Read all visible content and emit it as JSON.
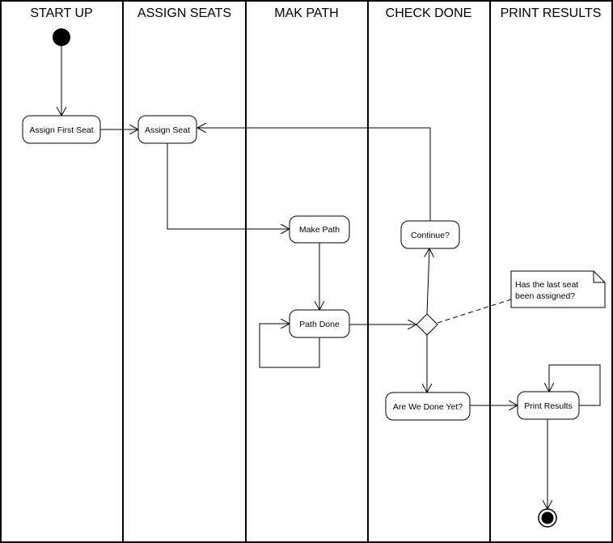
{
  "lanes": [
    {
      "title": "START UP"
    },
    {
      "title": "ASSIGN SEATS"
    },
    {
      "title": "MAK PATH"
    },
    {
      "title": "CHECK DONE"
    },
    {
      "title": "PRINT RESULTS"
    }
  ],
  "nodes": {
    "assign_first_seat": "Assign First Seat",
    "assign_seat": "Assign Seat",
    "make_path": "Make Path",
    "path_done": "Path Done",
    "continue": "Continue?",
    "are_we_done_yet": "Are We Done Yet?",
    "print_results": "Print Results"
  },
  "note": {
    "line1": "Has the last seat",
    "line2": "been assigned?"
  },
  "colors": {
    "stroke": "#000000",
    "background": "#ffffff"
  }
}
